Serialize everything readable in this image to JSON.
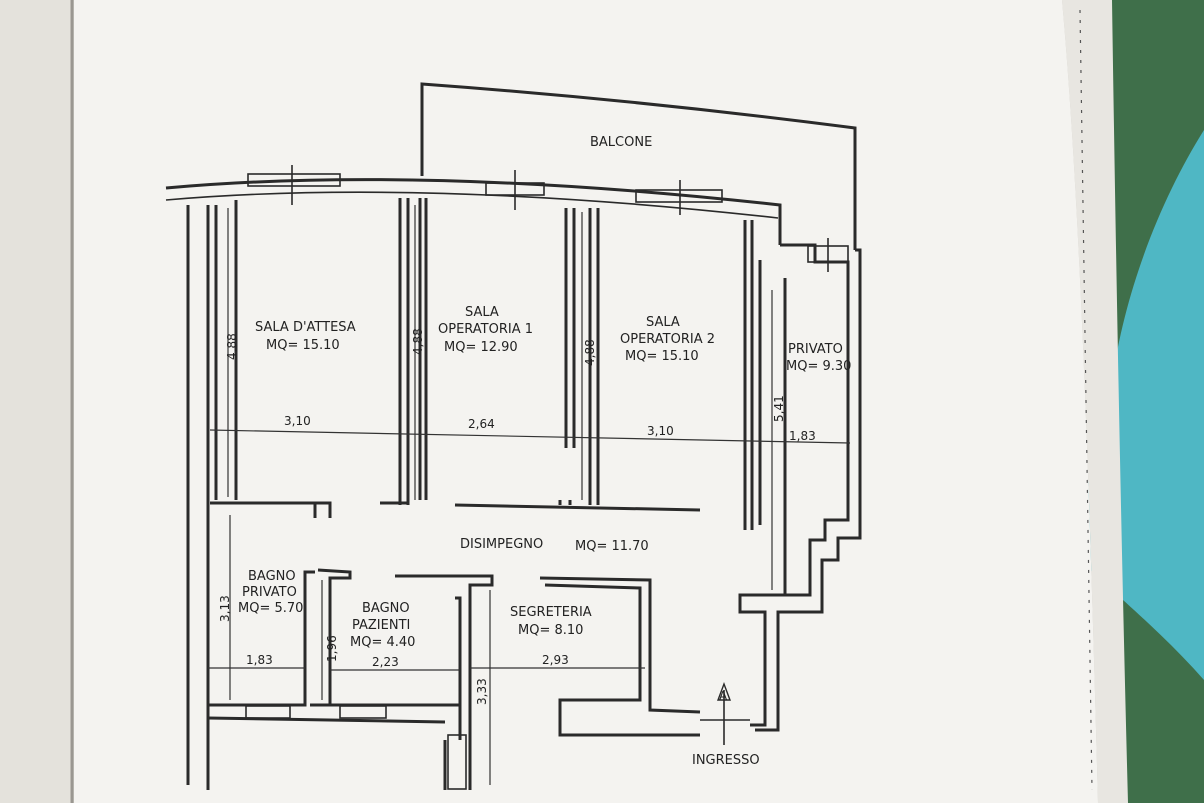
{
  "rooms": {
    "balcone": "BALCONE",
    "sala_attesa": {
      "name": "SALA D'ATTESA",
      "area": "MQ= 15.10"
    },
    "sala_operatoria_1": {
      "name1": "SALA",
      "name2": "OPERATORIA 1",
      "area": "MQ= 12.90"
    },
    "sala_operatoria_2": {
      "name1": "SALA",
      "name2": "OPERATORIA 2",
      "area": "MQ= 15.10"
    },
    "privato": {
      "name": "PRIVATO",
      "area": "MQ= 9.30"
    },
    "disimpegno": {
      "name": "DISIMPEGNO",
      "area": "MQ= 11.70"
    },
    "bagno_privato": {
      "name1": "BAGNO",
      "name2": "PRIVATO",
      "area": "MQ= 5.70"
    },
    "bagno_pazienti": {
      "name1": "BAGNO",
      "name2": "PAZIENTI",
      "area": "MQ= 4.40"
    },
    "segreteria": {
      "name": "SEGRETERIA",
      "area": "MQ= 8.10"
    },
    "ingresso": "INGRESSO",
    "entry_arrow": "A"
  },
  "dimensions": {
    "w_attesa": "3,10",
    "w_op1": "2,64",
    "w_op2": "3,10",
    "w_privato": "1,83",
    "h_attesa": "4,88",
    "h_op1": "4,88",
    "h_op2": "4,88",
    "h_privato": "5,41",
    "h_bagno_privato": "3,13",
    "w_bagno_privato": "1,83",
    "h_bagno_pazienti": "1,96",
    "w_bagno_pazienti": "2,23",
    "h_segreteria": "3,33",
    "w_segreteria": "2,93"
  },
  "colors": {
    "paper": "#f4f3f0",
    "line": "#2a2a2a",
    "cloth": "#4fb7c4",
    "greenery": "#3f6f4a"
  }
}
